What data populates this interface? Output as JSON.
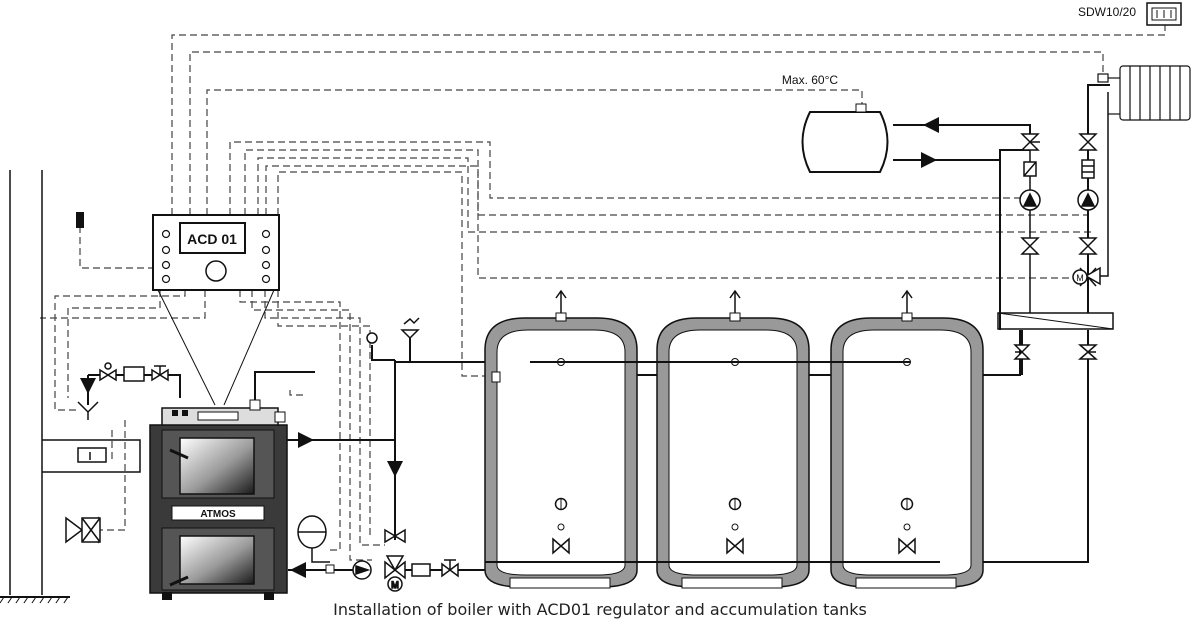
{
  "regulator": {
    "label": "ACD 01"
  },
  "room_unit": {
    "label": "SDW10/20"
  },
  "hot_water_tank": {
    "label": "Max. 60°C"
  },
  "boiler": {
    "brand": "ATMOS"
  },
  "caption": "Installation of boiler with ACD01 regulator and accumulation tanks",
  "colors": {
    "line": "#111111",
    "tank_wall": "#999999",
    "tank_inner": "#ffffff",
    "dashed": "#444444"
  }
}
